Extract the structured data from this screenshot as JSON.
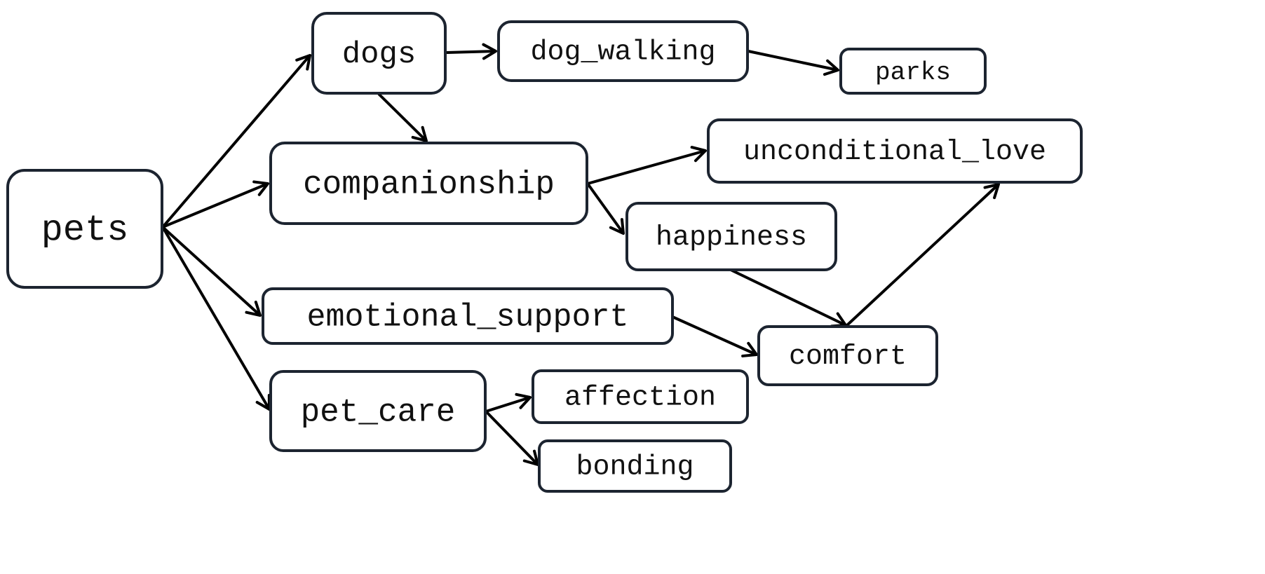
{
  "nodes": [
    {
      "id": "pets",
      "label": "pets"
    },
    {
      "id": "dogs",
      "label": "dogs"
    },
    {
      "id": "dog_walking",
      "label": "dog_walking"
    },
    {
      "id": "parks",
      "label": "parks"
    },
    {
      "id": "companionship",
      "label": "companionship"
    },
    {
      "id": "unconditional_love",
      "label": "unconditional_love"
    },
    {
      "id": "happiness",
      "label": "happiness"
    },
    {
      "id": "emotional_support",
      "label": "emotional_support"
    },
    {
      "id": "comfort",
      "label": "comfort"
    },
    {
      "id": "pet_care",
      "label": "pet_care"
    },
    {
      "id": "affection",
      "label": "affection"
    },
    {
      "id": "bonding",
      "label": "bonding"
    }
  ],
  "edges": [
    {
      "from": "pets",
      "to": "dogs"
    },
    {
      "from": "pets",
      "to": "companionship"
    },
    {
      "from": "pets",
      "to": "emotional_support"
    },
    {
      "from": "pets",
      "to": "pet_care"
    },
    {
      "from": "dogs",
      "to": "dog_walking"
    },
    {
      "from": "dogs",
      "to": "companionship"
    },
    {
      "from": "dog_walking",
      "to": "parks"
    },
    {
      "from": "companionship",
      "to": "unconditional_love"
    },
    {
      "from": "companionship",
      "to": "happiness"
    },
    {
      "from": "happiness",
      "to": "comfort"
    },
    {
      "from": "emotional_support",
      "to": "comfort"
    },
    {
      "from": "comfort",
      "to": "unconditional_love"
    },
    {
      "from": "pet_care",
      "to": "affection"
    },
    {
      "from": "pet_care",
      "to": "bonding"
    }
  ],
  "colors": {
    "node_border": "#1c2430",
    "node_fill": "#ffffff",
    "edge": "#000000",
    "text": "#111111"
  }
}
